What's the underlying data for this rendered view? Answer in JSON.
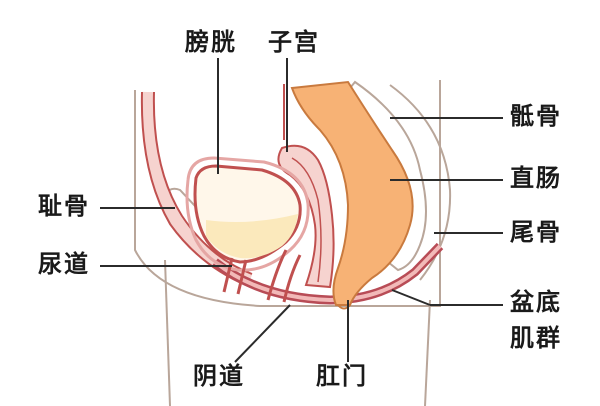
{
  "labels": {
    "bladder": "膀胱",
    "uterus": "子宫",
    "sacrum": "骶骨",
    "pubic_bone": "耻骨",
    "rectum": "直肠",
    "urethra": "尿道",
    "coccyx": "尾骨",
    "pelvic_floor_muscles_line1": "盆底",
    "pelvic_floor_muscles_line2": "肌群",
    "vagina": "阴道",
    "anus": "肛门"
  },
  "colors": {
    "outline": "#b9a69a",
    "pink_fill": "#f6d3cf",
    "pink_stroke": "#c0504f",
    "dark_pink": "#b84c56",
    "rectum_fill": "#f7b275",
    "rectum_stroke": "#c97a3e",
    "bladder_fill": "#fff7ea",
    "urine_fill": "#fbe9bc",
    "leader_line": "#2b2b2b"
  }
}
